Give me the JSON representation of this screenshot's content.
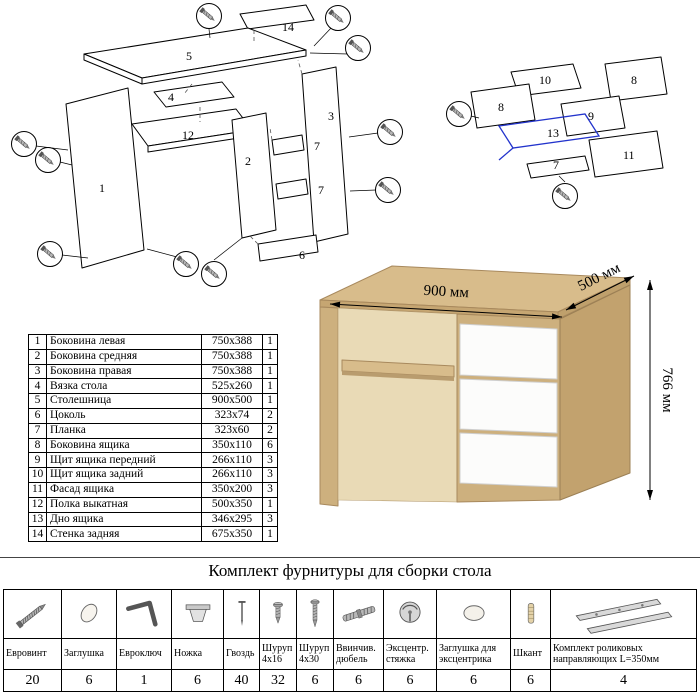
{
  "page": {
    "hardware_title": "Комплект фурнитуры для сборки стола"
  },
  "parts_table": {
    "rows": [
      {
        "num": "1",
        "name": "Боковина левая",
        "size": "750х388",
        "qty": "1"
      },
      {
        "num": "2",
        "name": "Боковина средняя",
        "size": "750х388",
        "qty": "1"
      },
      {
        "num": "3",
        "name": "Боковина правая",
        "size": "750х388",
        "qty": "1"
      },
      {
        "num": "4",
        "name": "Вязка стола",
        "size": "525х260",
        "qty": "1"
      },
      {
        "num": "5",
        "name": "Столешница",
        "size": "900х500",
        "qty": "1"
      },
      {
        "num": "6",
        "name": "Цоколь",
        "size": "323х74",
        "qty": "2"
      },
      {
        "num": "7",
        "name": "Планка",
        "size": "323х60",
        "qty": "2"
      },
      {
        "num": "8",
        "name": "Боковина ящика",
        "size": "350х110",
        "qty": "6"
      },
      {
        "num": "9",
        "name": "Щит ящика передний",
        "size": "266х110",
        "qty": "3"
      },
      {
        "num": "10",
        "name": "Щит ящика задний",
        "size": "266х110",
        "qty": "3"
      },
      {
        "num": "11",
        "name": "Фасад ящика",
        "size": "350х200",
        "qty": "3"
      },
      {
        "num": "12",
        "name": "Полка выкатная",
        "size": "500х350",
        "qty": "1"
      },
      {
        "num": "13",
        "name": "Дно ящика",
        "size": "346х295",
        "qty": "3"
      },
      {
        "num": "14",
        "name": "Стенка задняя",
        "size": "675х350",
        "qty": "1"
      }
    ]
  },
  "dimensions": {
    "width": "900 мм",
    "depth": "500 мм",
    "height": "766 мм"
  },
  "diagram_left": {
    "part_labels": [
      "14",
      "5",
      "4",
      "12",
      "2",
      "1",
      "3",
      "7",
      "7",
      "6"
    ]
  },
  "diagram_right": {
    "part_labels": [
      "10",
      "8",
      "8",
      "9",
      "13",
      "11",
      "7"
    ]
  },
  "hardware_table": {
    "items": [
      {
        "name": "Евровинт",
        "qty": "20",
        "icon": "confirmat-screw-icon"
      },
      {
        "name": "Заглушка",
        "qty": "6",
        "icon": "cap-icon"
      },
      {
        "name": "Евроключ",
        "qty": "1",
        "icon": "hex-key-icon"
      },
      {
        "name": "Ножка",
        "qty": "6",
        "icon": "foot-icon"
      },
      {
        "name": "Гвоздь",
        "qty": "40",
        "icon": "nail-icon"
      },
      {
        "name": "Шуруп 4х16",
        "qty": "32",
        "icon": "screw-4x16-icon"
      },
      {
        "name": "Шуруп 4х30",
        "qty": "6",
        "icon": "screw-4x30-icon"
      },
      {
        "name": "Ввинчив. дюбель",
        "qty": "6",
        "icon": "dowel-screw-icon"
      },
      {
        "name": "Эксцентр. стяжка",
        "qty": "6",
        "icon": "cam-lock-icon"
      },
      {
        "name": "Заглушка для эксцентрика",
        "qty": "6",
        "icon": "cam-cap-icon"
      },
      {
        "name": "Шкант",
        "qty": "6",
        "icon": "wooden-dowel-icon"
      },
      {
        "name": "Комплект роликовых направляющих L=350мм",
        "qty": "4",
        "icon": "drawer-slides-icon"
      }
    ]
  }
}
